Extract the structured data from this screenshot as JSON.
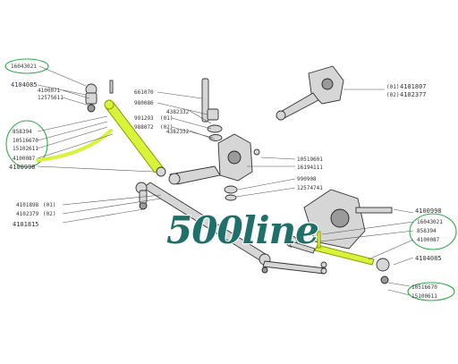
{
  "watermark": "500line",
  "colors": {
    "highlight": "#d9f23a",
    "callout_ring": "#2fae4a",
    "watermark": "#1f6f6a"
  },
  "labels_left_top": [
    "16043021",
    "4104085",
    "4100071",
    "12575611"
  ],
  "labels_left_mid": [
    "858394",
    "10516670",
    "15102611",
    "4100087",
    "4100998"
  ],
  "labels_center": [
    "661070",
    "980086",
    "4382332",
    "991293",
    "(01)",
    "988072",
    "(02)",
    "4382332"
  ],
  "labels_center_right": [
    "10519601",
    "16194111",
    "990908",
    "12574741"
  ],
  "labels_top_right": [
    "4101807",
    "4102377"
  ],
  "top_right_suffixes": [
    "(01)",
    "(02)"
  ],
  "labels_left_low": [
    "4101898",
    "(01)",
    "4102379",
    "(02)",
    "4101815"
  ],
  "labels_right": [
    "4100998",
    "16043021",
    "858394",
    "4100087",
    "4104085",
    "10516670",
    "15100611"
  ]
}
